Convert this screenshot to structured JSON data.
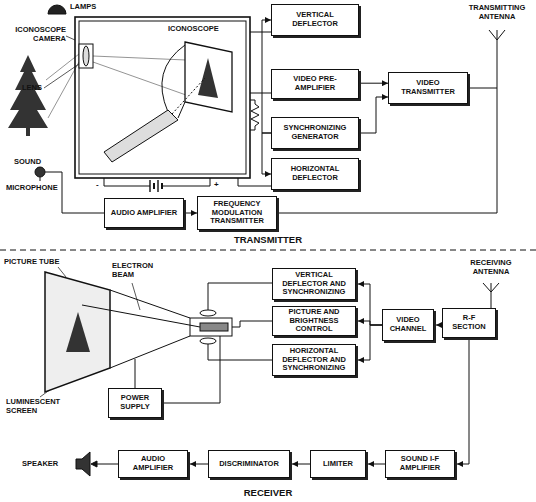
{
  "diagram": {
    "nodes": [
      {
        "text": [
          "VERTICAL DEFLECTOR"
        ]
      },
      {
        "text": [
          "VIDEO PRE-AMPLIFIER"
        ]
      },
      {
        "text": [
          "VIDEO TRANSMITTER"
        ]
      },
      {
        "text": [
          "SYNCHRONIZING GENERATOR"
        ]
      },
      {
        "text": [
          "HORIZONTAL DEFLECTOR"
        ]
      },
      {
        "text": [
          "AUDIO AMPLIFIER"
        ]
      },
      {
        "text": [
          "FREQUENCY MODULATION TRANSMITTER"
        ]
      },
      {
        "text": [
          "VERTICAL DEFLECTOR AND SYNCHRONIZING"
        ]
      },
      {
        "text": [
          "PICTURE AND BRIGHTNESS CONTROL"
        ]
      },
      {
        "text": [
          "VIDEO CHANNEL"
        ]
      },
      {
        "text": [
          "R-F SECTION"
        ]
      },
      {
        "text": [
          "HORIZONTAL DEFLECTOR AND SYNCHRONIZING"
        ]
      },
      {
        "text": [
          "POWER SUPPLY"
        ]
      },
      {
        "text": [
          "AUDIO AMPLIFIER"
        ]
      },
      {
        "text": [
          "DISCRIMINATOR"
        ]
      },
      {
        "text": [
          "LIMITER"
        ]
      },
      {
        "text": [
          "SOUND I-F AMPLIFIER"
        ]
      }
    ],
    "edges": [
      {
        "from": 1,
        "to": 2,
        "arrow": "to"
      },
      {
        "from": 3,
        "to": 0,
        "arrow": "to"
      },
      {
        "from": 3,
        "to": 4,
        "arrow": "to"
      },
      {
        "from": 3,
        "to": 2,
        "arrow": "to"
      },
      {
        "from": 5,
        "to": 6,
        "arrow": "to"
      },
      {
        "from": 10,
        "to": 9,
        "arrow": "to"
      },
      {
        "from": 9,
        "to": 7,
        "arrow": "to"
      },
      {
        "from": 9,
        "to": 8,
        "arrow": "to"
      },
      {
        "from": 9,
        "to": 11,
        "arrow": "to"
      },
      {
        "from": 10,
        "to": 16,
        "arrow": "to"
      },
      {
        "from": 16,
        "to": 15,
        "arrow": "to"
      },
      {
        "from": 15,
        "to": 14,
        "arrow": "to"
      },
      {
        "from": 14,
        "to": 13,
        "arrow": "to"
      }
    ],
    "labels": [
      "LAMPS",
      "ICONOSCOPE CAMERA",
      "ICONOSCOPE",
      "LENS",
      "TRANSMITTING ANTENNA",
      "SOUND",
      "MICROPHONE",
      "-",
      "+",
      "TRANSMITTER",
      "RECEIVING ANTENNA",
      "PICTURE TUBE",
      "ELECTRON BEAM",
      "LUMINESCENT SCREEN",
      "SPEAKER",
      "RECEIVER"
    ]
  }
}
